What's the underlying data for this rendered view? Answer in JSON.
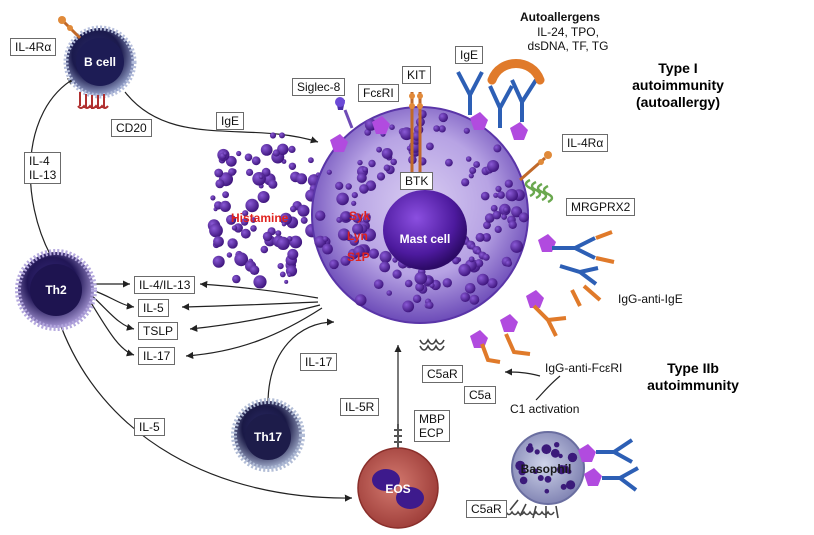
{
  "cells": {
    "b_cell": "B cell",
    "th2": "Th2",
    "th17": "Th17",
    "eos": "EOS",
    "mast_cell": "Mast cell",
    "basophil": "Basophil"
  },
  "labels": {
    "il4ra_b": "IL-4Rα",
    "cd20": "CD20",
    "il4": "IL-4",
    "il13": "IL-13",
    "ige_arrow": "IgE",
    "siglec8": "Siglec-8",
    "fceri": "FcεRI",
    "kit": "KIT",
    "ige_top": "IgE",
    "btk": "BTK",
    "il4ra_mast": "IL-4Rα",
    "mrgprx2": "MRGPRX2",
    "igg_anti_ige": "IgG-anti-IgE",
    "igg_anti_fceri": "IgG-anti-FcεRI",
    "c1_activation": "C1 activation",
    "c5ar_mast": "C5aR",
    "c5a": "C5a",
    "il4_il13_out": "IL-4/IL-13",
    "il5_out": "IL-5",
    "tslp_out": "TSLP",
    "il17_out": "IL-17",
    "il17_th17": "IL-17",
    "il5_eos": "IL-5",
    "il5r": "IL-5R",
    "mbp": "MBP",
    "ecp": "ECP",
    "c5ar_baso": "C5aR",
    "histamine": "Histamine",
    "syk": "Syk",
    "lyn": "Lyn",
    "s1p": "S1P"
  },
  "autoallergens": {
    "title": "Autoallergens",
    "line1": "IL-24, TPO,",
    "line2": "dsDNA, TF, TG"
  },
  "type1": {
    "line1": "Type I",
    "line2": "autoimmunity",
    "line3": "(autoallergy)"
  },
  "type2b": {
    "line1": "Type IIb",
    "line2": "autoimmunity"
  },
  "colors": {
    "granule": "#4a1f8a",
    "granule_light": "#7a4bc4",
    "receptor_purple": "#8f2ccf",
    "ige_blue": "#2d5fb5",
    "orange": "#e07a2a",
    "green": "#6aa84f",
    "eos_red": "#b44a45",
    "red_text": "#e0221f"
  }
}
